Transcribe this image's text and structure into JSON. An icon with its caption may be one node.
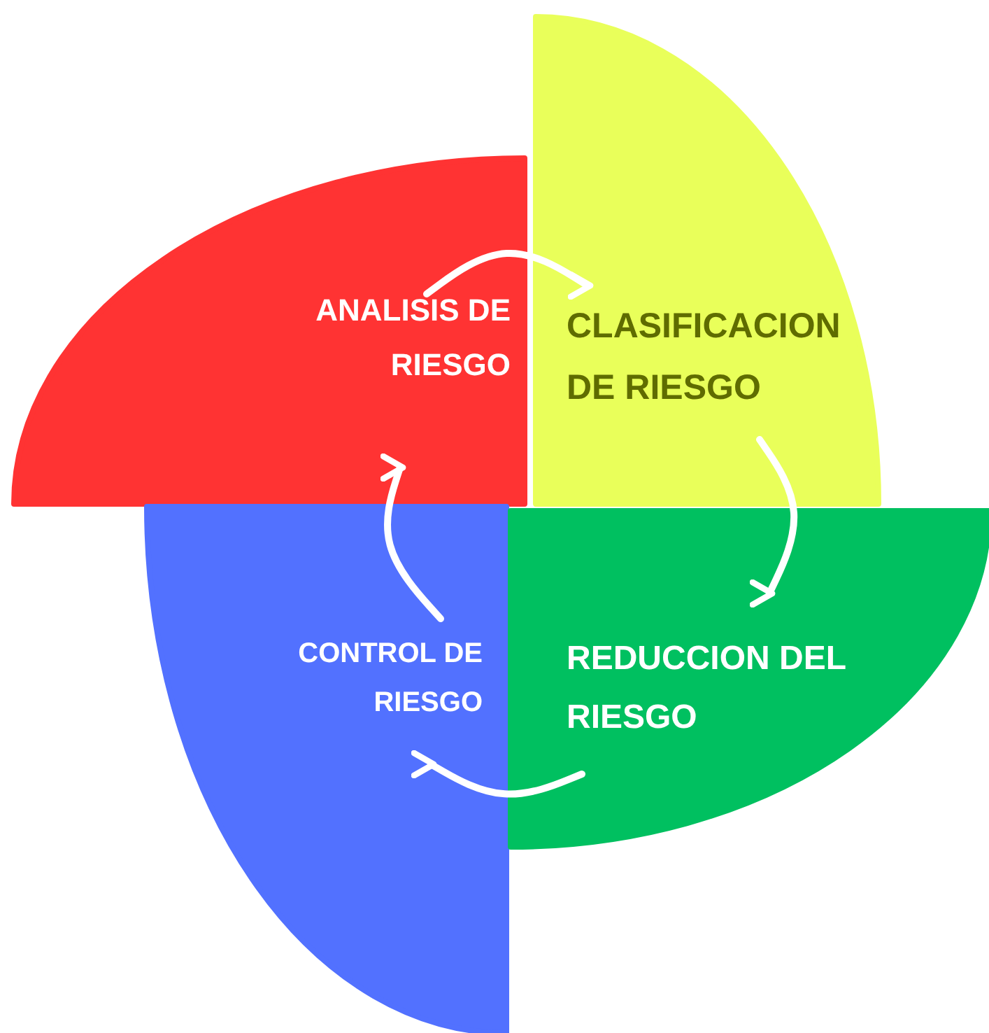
{
  "diagram": {
    "nodes": [
      {
        "text": [
          "ANALISIS DE RIESGO"
        ]
      },
      {
        "text": [
          "CLASIFICACION DE RIESGO"
        ]
      },
      {
        "text": [
          "CONTROL DE RIESGO"
        ]
      },
      {
        "text": [
          "REDUCCION DEL RIESGO"
        ]
      }
    ],
    "edges": [
      {
        "from": 0,
        "to": 1,
        "arrow": "to"
      },
      {
        "from": 1,
        "to": 3,
        "arrow": "to"
      },
      {
        "from": 3,
        "to": 2,
        "arrow": "to"
      },
      {
        "from": 2,
        "to": 0,
        "arrow": "to"
      }
    ]
  }
}
